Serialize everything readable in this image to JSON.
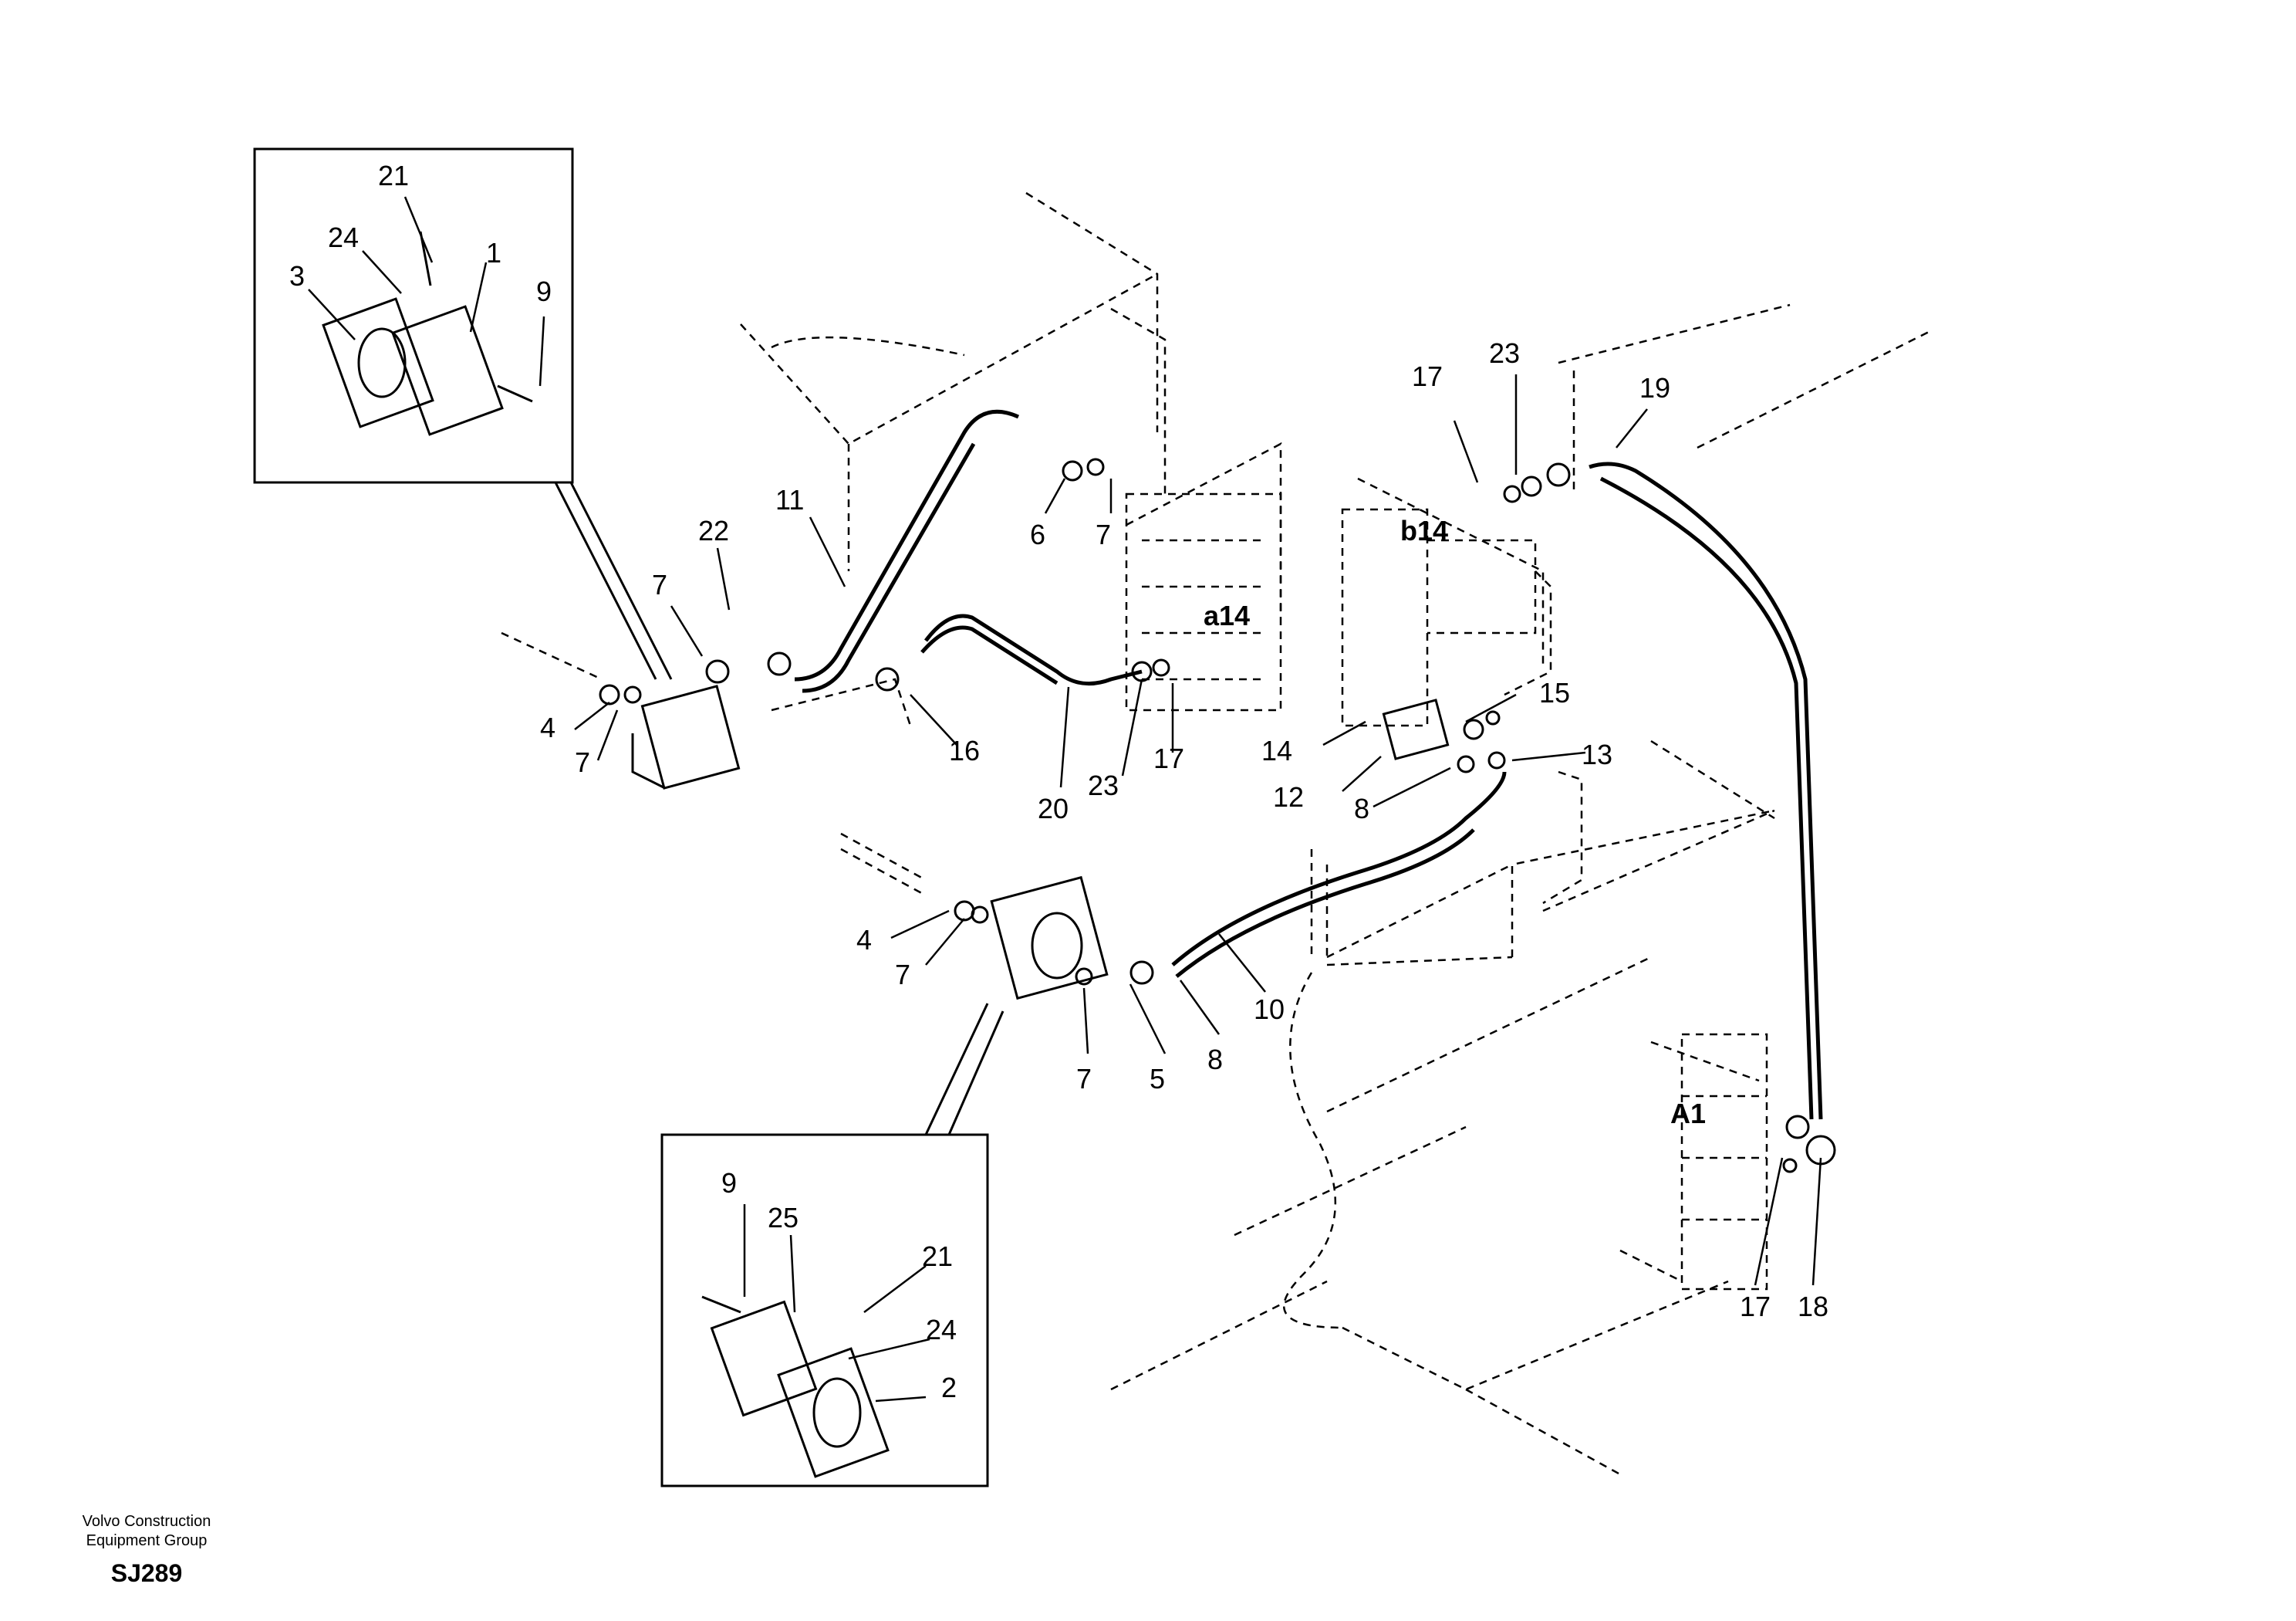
{
  "diagram": {
    "callouts": {
      "c21a": "21",
      "c24a": "24",
      "c3": "3",
      "c1": "1",
      "c9a": "9",
      "c22": "22",
      "c11": "11",
      "c6": "6",
      "c7a": "7",
      "c7b": "7",
      "c4a": "4",
      "c7c": "7",
      "c16": "16",
      "c20": "20",
      "c23a": "23",
      "c17a": "17",
      "c17b": "17",
      "c23b": "23",
      "c19": "19",
      "cb14": "b14",
      "ca14": "a14",
      "c14": "14",
      "c15": "15",
      "c12": "12",
      "c13": "13",
      "c8a": "8",
      "c4b": "4",
      "c7d": "7",
      "c7e": "7",
      "c5": "5",
      "c8b": "8",
      "c10": "10",
      "cA1": "A1",
      "c9b": "9",
      "c25": "25",
      "c21b": "21",
      "c24b": "24",
      "c2": "2",
      "c17c": "17",
      "c18": "18"
    }
  },
  "footer": {
    "org_line1": "Volvo Construction",
    "org_line2": "Equipment Group",
    "drawing_code": "SJ289"
  }
}
